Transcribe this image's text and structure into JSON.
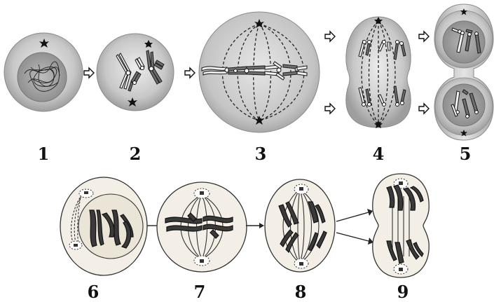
{
  "stage_labels": [
    "1",
    "2",
    "3",
    "4",
    "5",
    "6",
    "7",
    "8",
    "9"
  ]
}
